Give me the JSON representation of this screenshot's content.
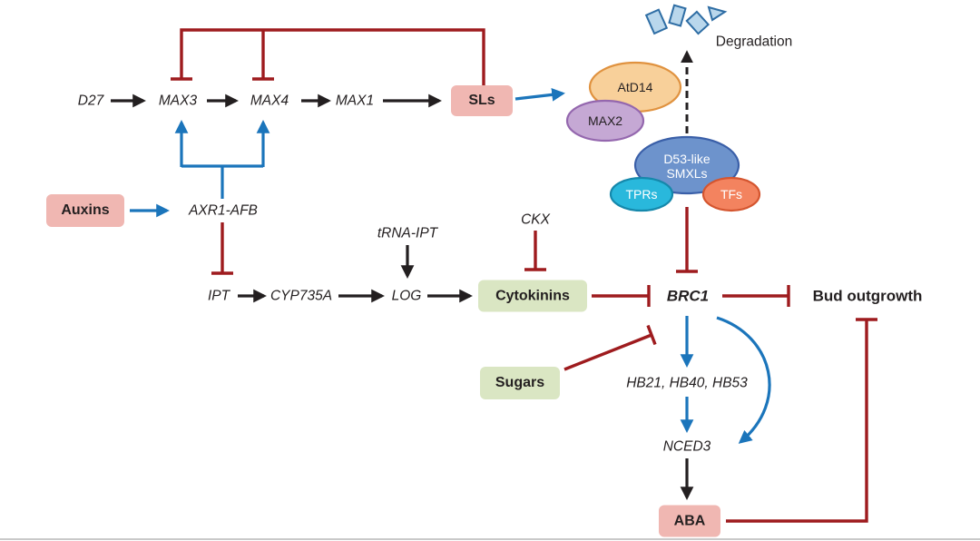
{
  "nodes": {
    "d27": "D27",
    "max3": "MAX3",
    "max4": "MAX4",
    "max1": "MAX1",
    "sls": "SLs",
    "atd14": "AtD14",
    "max2": "MAX2",
    "degradation": "Degradation",
    "d53_line1": "D53-like",
    "d53_line2": "SMXLs",
    "tprs": "TPRs",
    "tfs": "TFs",
    "auxins": "Auxins",
    "axr1_afb": "AXR1-AFB",
    "trna_ipt": "tRNA-IPT",
    "ckx": "CKX",
    "ipt": "IPT",
    "cyp735a": "CYP735A",
    "log": "LOG",
    "cytokinins": "Cytokinins",
    "brc1": "BRC1",
    "bud_outgrowth": "Bud outgrowth",
    "sugars": "Sugars",
    "hb_genes": "HB21, HB40, HB53",
    "nced3": "NCED3",
    "aba": "ABA"
  },
  "colors": {
    "activation_blue": "#1b75bb",
    "inhibition_red": "#9e1b1e",
    "arrow_black": "#231f20",
    "pink_box": "#f0b7b2",
    "green_box": "#dae6c3",
    "atd14_fill": "#f8d09a",
    "atd14_stroke": "#e0923f",
    "max2_fill": "#c5a8d4",
    "max2_stroke": "#9467ae",
    "d53_fill": "#6d93cc",
    "d53_stroke": "#3a5fa8",
    "tprs_fill": "#29b8dc",
    "tprs_stroke": "#1588ab",
    "tfs_fill": "#f3835f",
    "tfs_stroke": "#d4552f",
    "fragment_fill": "#b9d7ec",
    "fragment_stroke": "#2e6da4"
  },
  "edges": [
    {
      "from": "D27",
      "to": "MAX3",
      "type": "conversion"
    },
    {
      "from": "MAX3",
      "to": "MAX4",
      "type": "conversion"
    },
    {
      "from": "MAX4",
      "to": "MAX1",
      "type": "conversion"
    },
    {
      "from": "MAX1",
      "to": "SLs",
      "type": "conversion"
    },
    {
      "from": "SLs",
      "to": "MAX3",
      "type": "inhibition"
    },
    {
      "from": "SLs",
      "to": "MAX4",
      "type": "inhibition"
    },
    {
      "from": "SLs",
      "to": "AtD14/MAX2",
      "type": "activation"
    },
    {
      "from": "D53-like SMXLs",
      "to": "Degradation",
      "type": "dashed-arrow"
    },
    {
      "from": "D53-like SMXLs",
      "to": "BRC1",
      "type": "inhibition"
    },
    {
      "from": "Auxins",
      "to": "AXR1-AFB",
      "type": "activation"
    },
    {
      "from": "AXR1-AFB",
      "to": "MAX3",
      "type": "activation"
    },
    {
      "from": "AXR1-AFB",
      "to": "MAX4",
      "type": "activation"
    },
    {
      "from": "AXR1-AFB",
      "to": "IPT",
      "type": "inhibition"
    },
    {
      "from": "IPT",
      "to": "CYP735A",
      "type": "conversion"
    },
    {
      "from": "CYP735A",
      "to": "LOG",
      "type": "conversion"
    },
    {
      "from": "tRNA-IPT",
      "to": "LOG",
      "type": "conversion"
    },
    {
      "from": "LOG",
      "to": "Cytokinins",
      "type": "conversion"
    },
    {
      "from": "CKX",
      "to": "Cytokinins",
      "type": "inhibition"
    },
    {
      "from": "Cytokinins",
      "to": "BRC1",
      "type": "inhibition"
    },
    {
      "from": "Sugars",
      "to": "BRC1",
      "type": "inhibition"
    },
    {
      "from": "BRC1",
      "to": "Bud outgrowth",
      "type": "inhibition"
    },
    {
      "from": "BRC1",
      "to": "HB21, HB40, HB53",
      "type": "activation"
    },
    {
      "from": "BRC1",
      "to": "NCED3",
      "type": "activation"
    },
    {
      "from": "HB21, HB40, HB53",
      "to": "NCED3",
      "type": "activation"
    },
    {
      "from": "NCED3",
      "to": "ABA",
      "type": "conversion"
    },
    {
      "from": "ABA",
      "to": "Bud outgrowth",
      "type": "inhibition"
    }
  ]
}
